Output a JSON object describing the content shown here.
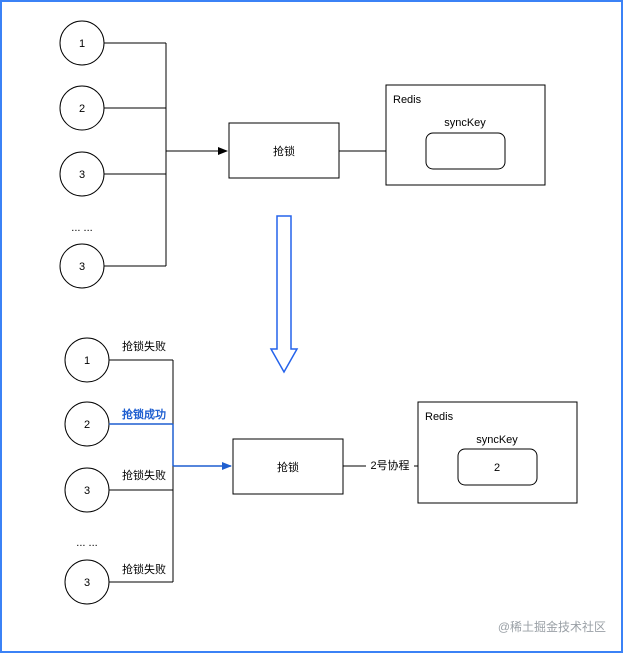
{
  "top": {
    "nodes": [
      "1",
      "2",
      "3",
      "... ...",
      "3"
    ],
    "lock_box": "抢锁",
    "redis": {
      "title": "Redis",
      "key_label": "syncKey",
      "key_value": ""
    }
  },
  "bottom": {
    "nodes": [
      "1",
      "2",
      "3",
      "... ...",
      "3"
    ],
    "node_labels": [
      "抢锁失败",
      "抢锁成功",
      "抢锁失败",
      "",
      "抢锁失败"
    ],
    "lock_box": "抢锁",
    "arrow_label": "2号协程",
    "redis": {
      "title": "Redis",
      "key_label": "syncKey",
      "key_value": "2"
    }
  },
  "footer": {
    "watermark": "@稀土掘金技术社区"
  },
  "colors": {
    "frame": "#3b82f6",
    "success": "#1f5fd0",
    "big_arrow": "#2563eb",
    "line": "#000000"
  }
}
